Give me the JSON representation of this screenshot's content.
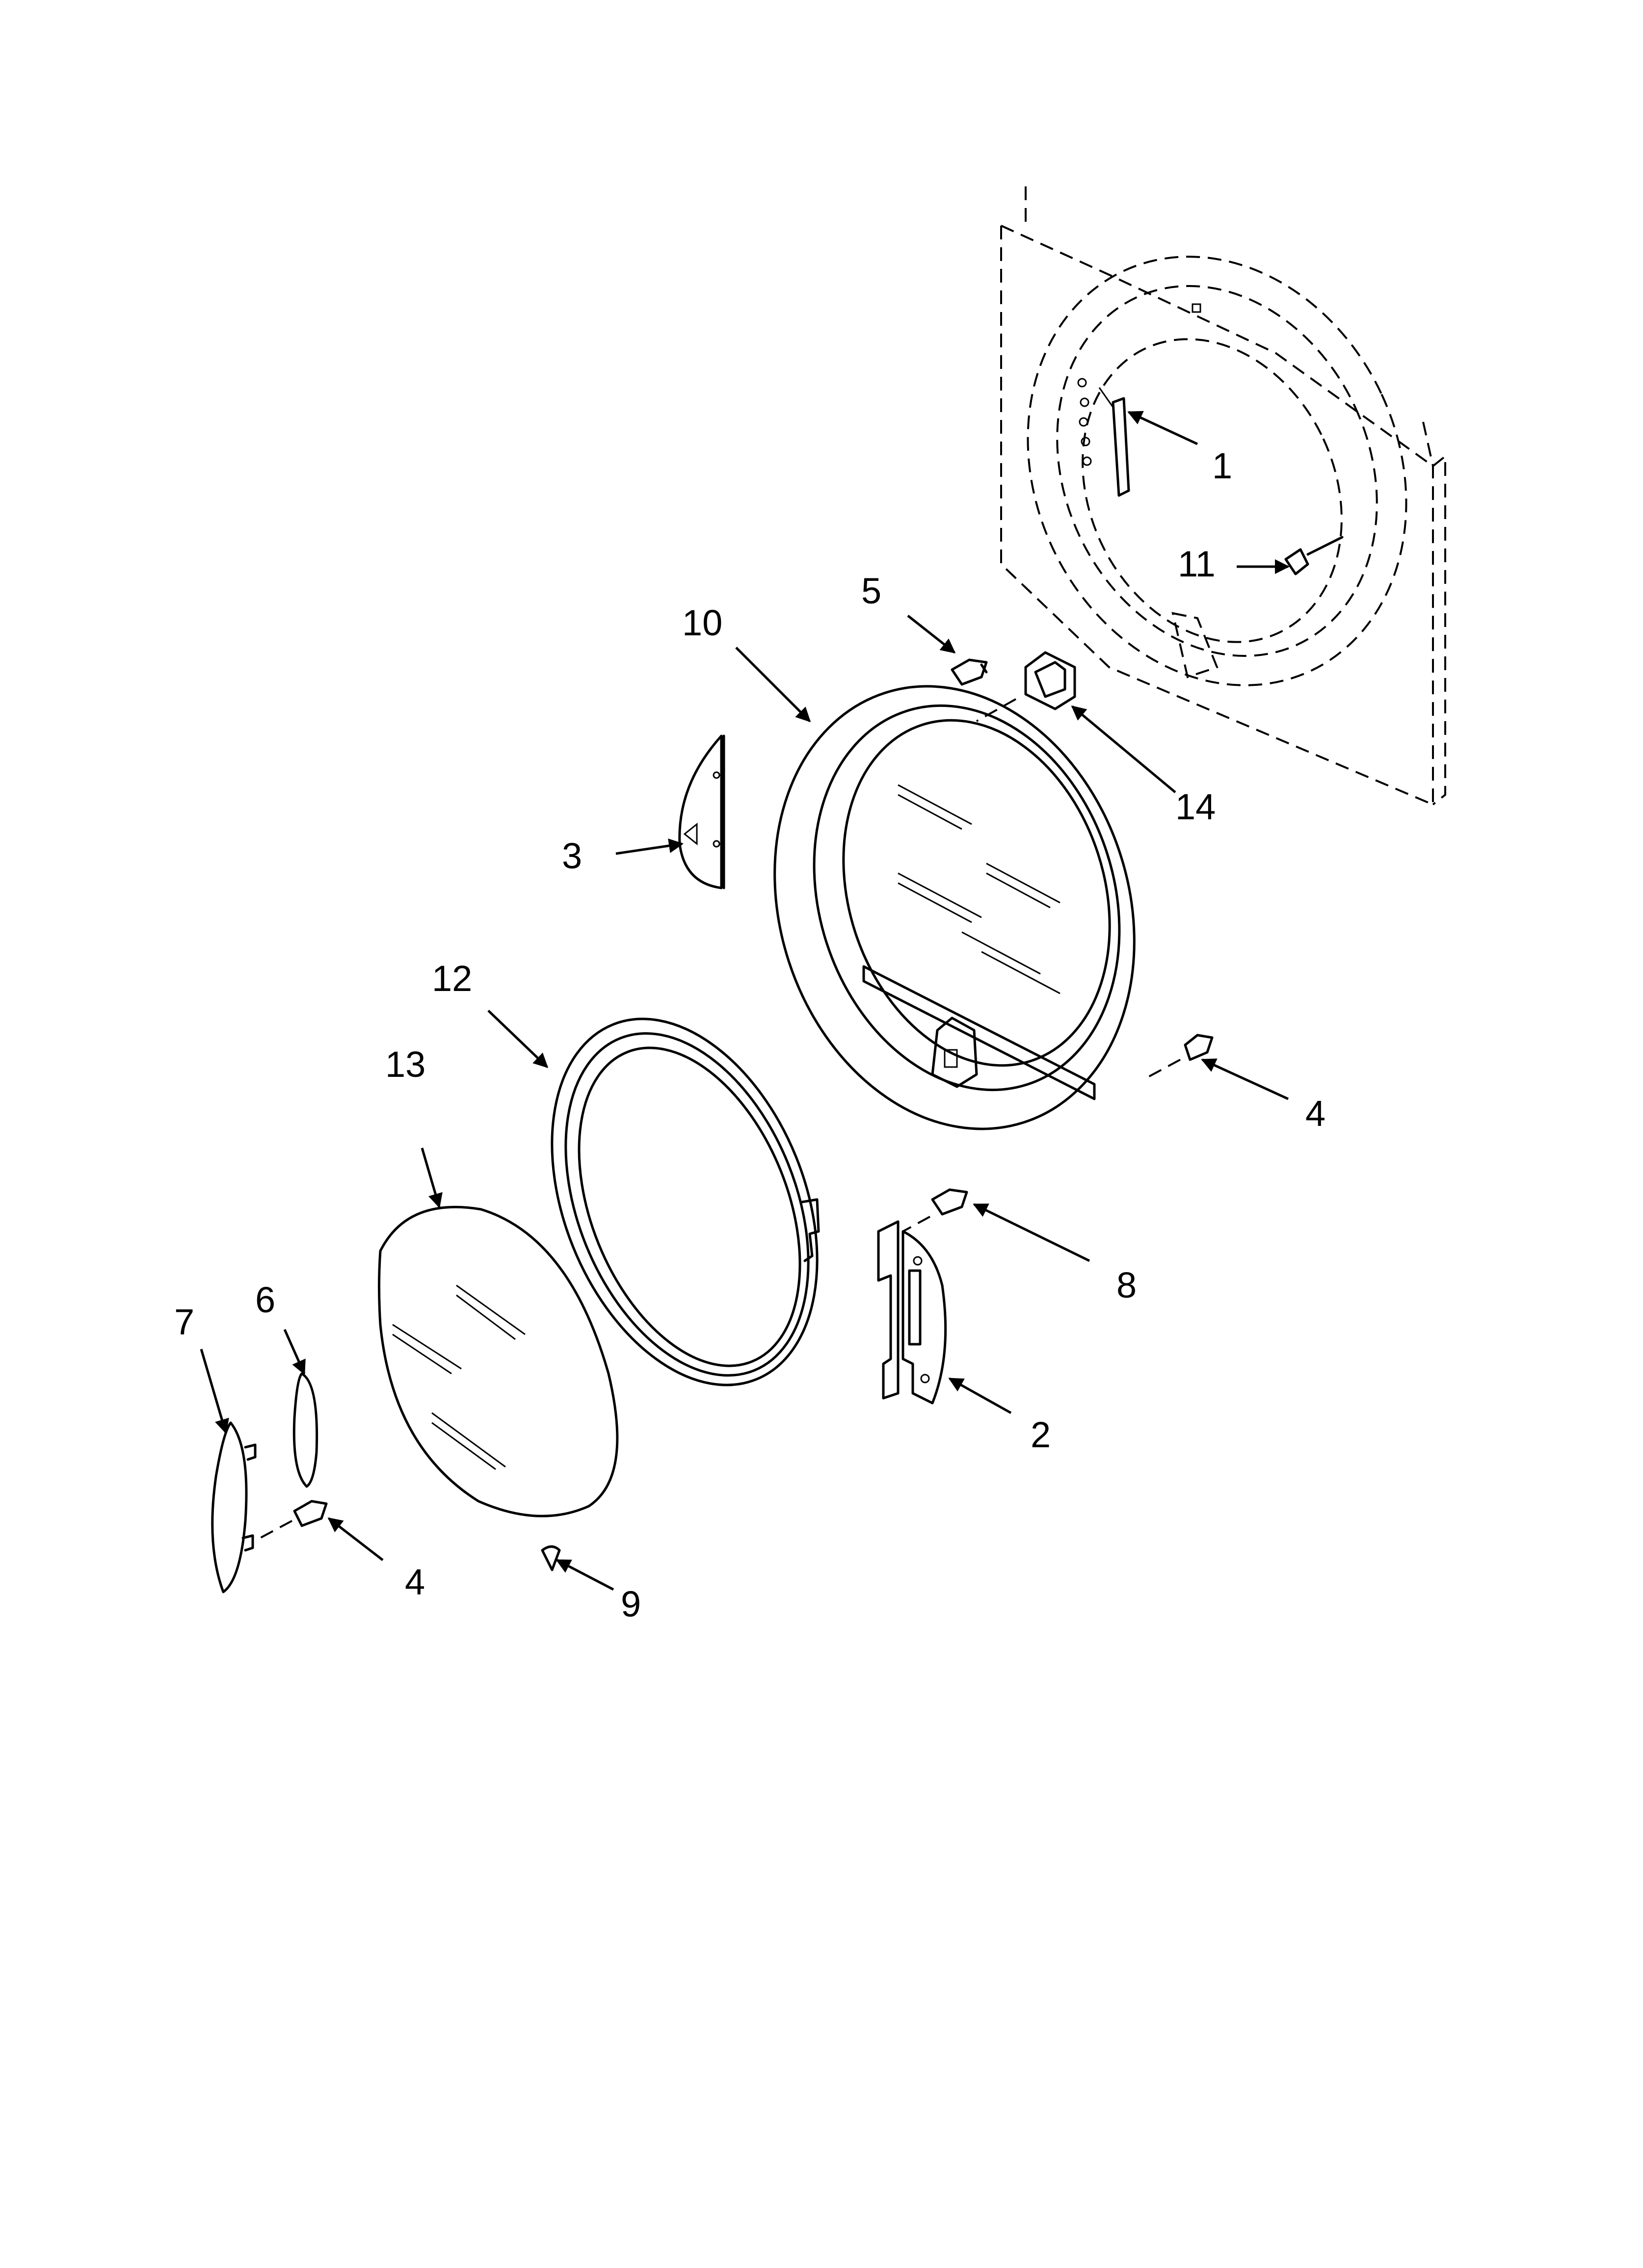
{
  "callouts": {
    "c1": "1",
    "c2": "2",
    "c3": "3",
    "c4a": "4",
    "c4b": "4",
    "c5": "5",
    "c6": "6",
    "c7": "7",
    "c8": "8",
    "c9": "9",
    "c10": "10",
    "c11": "11",
    "c12": "12",
    "c13": "13",
    "c14": "14"
  }
}
